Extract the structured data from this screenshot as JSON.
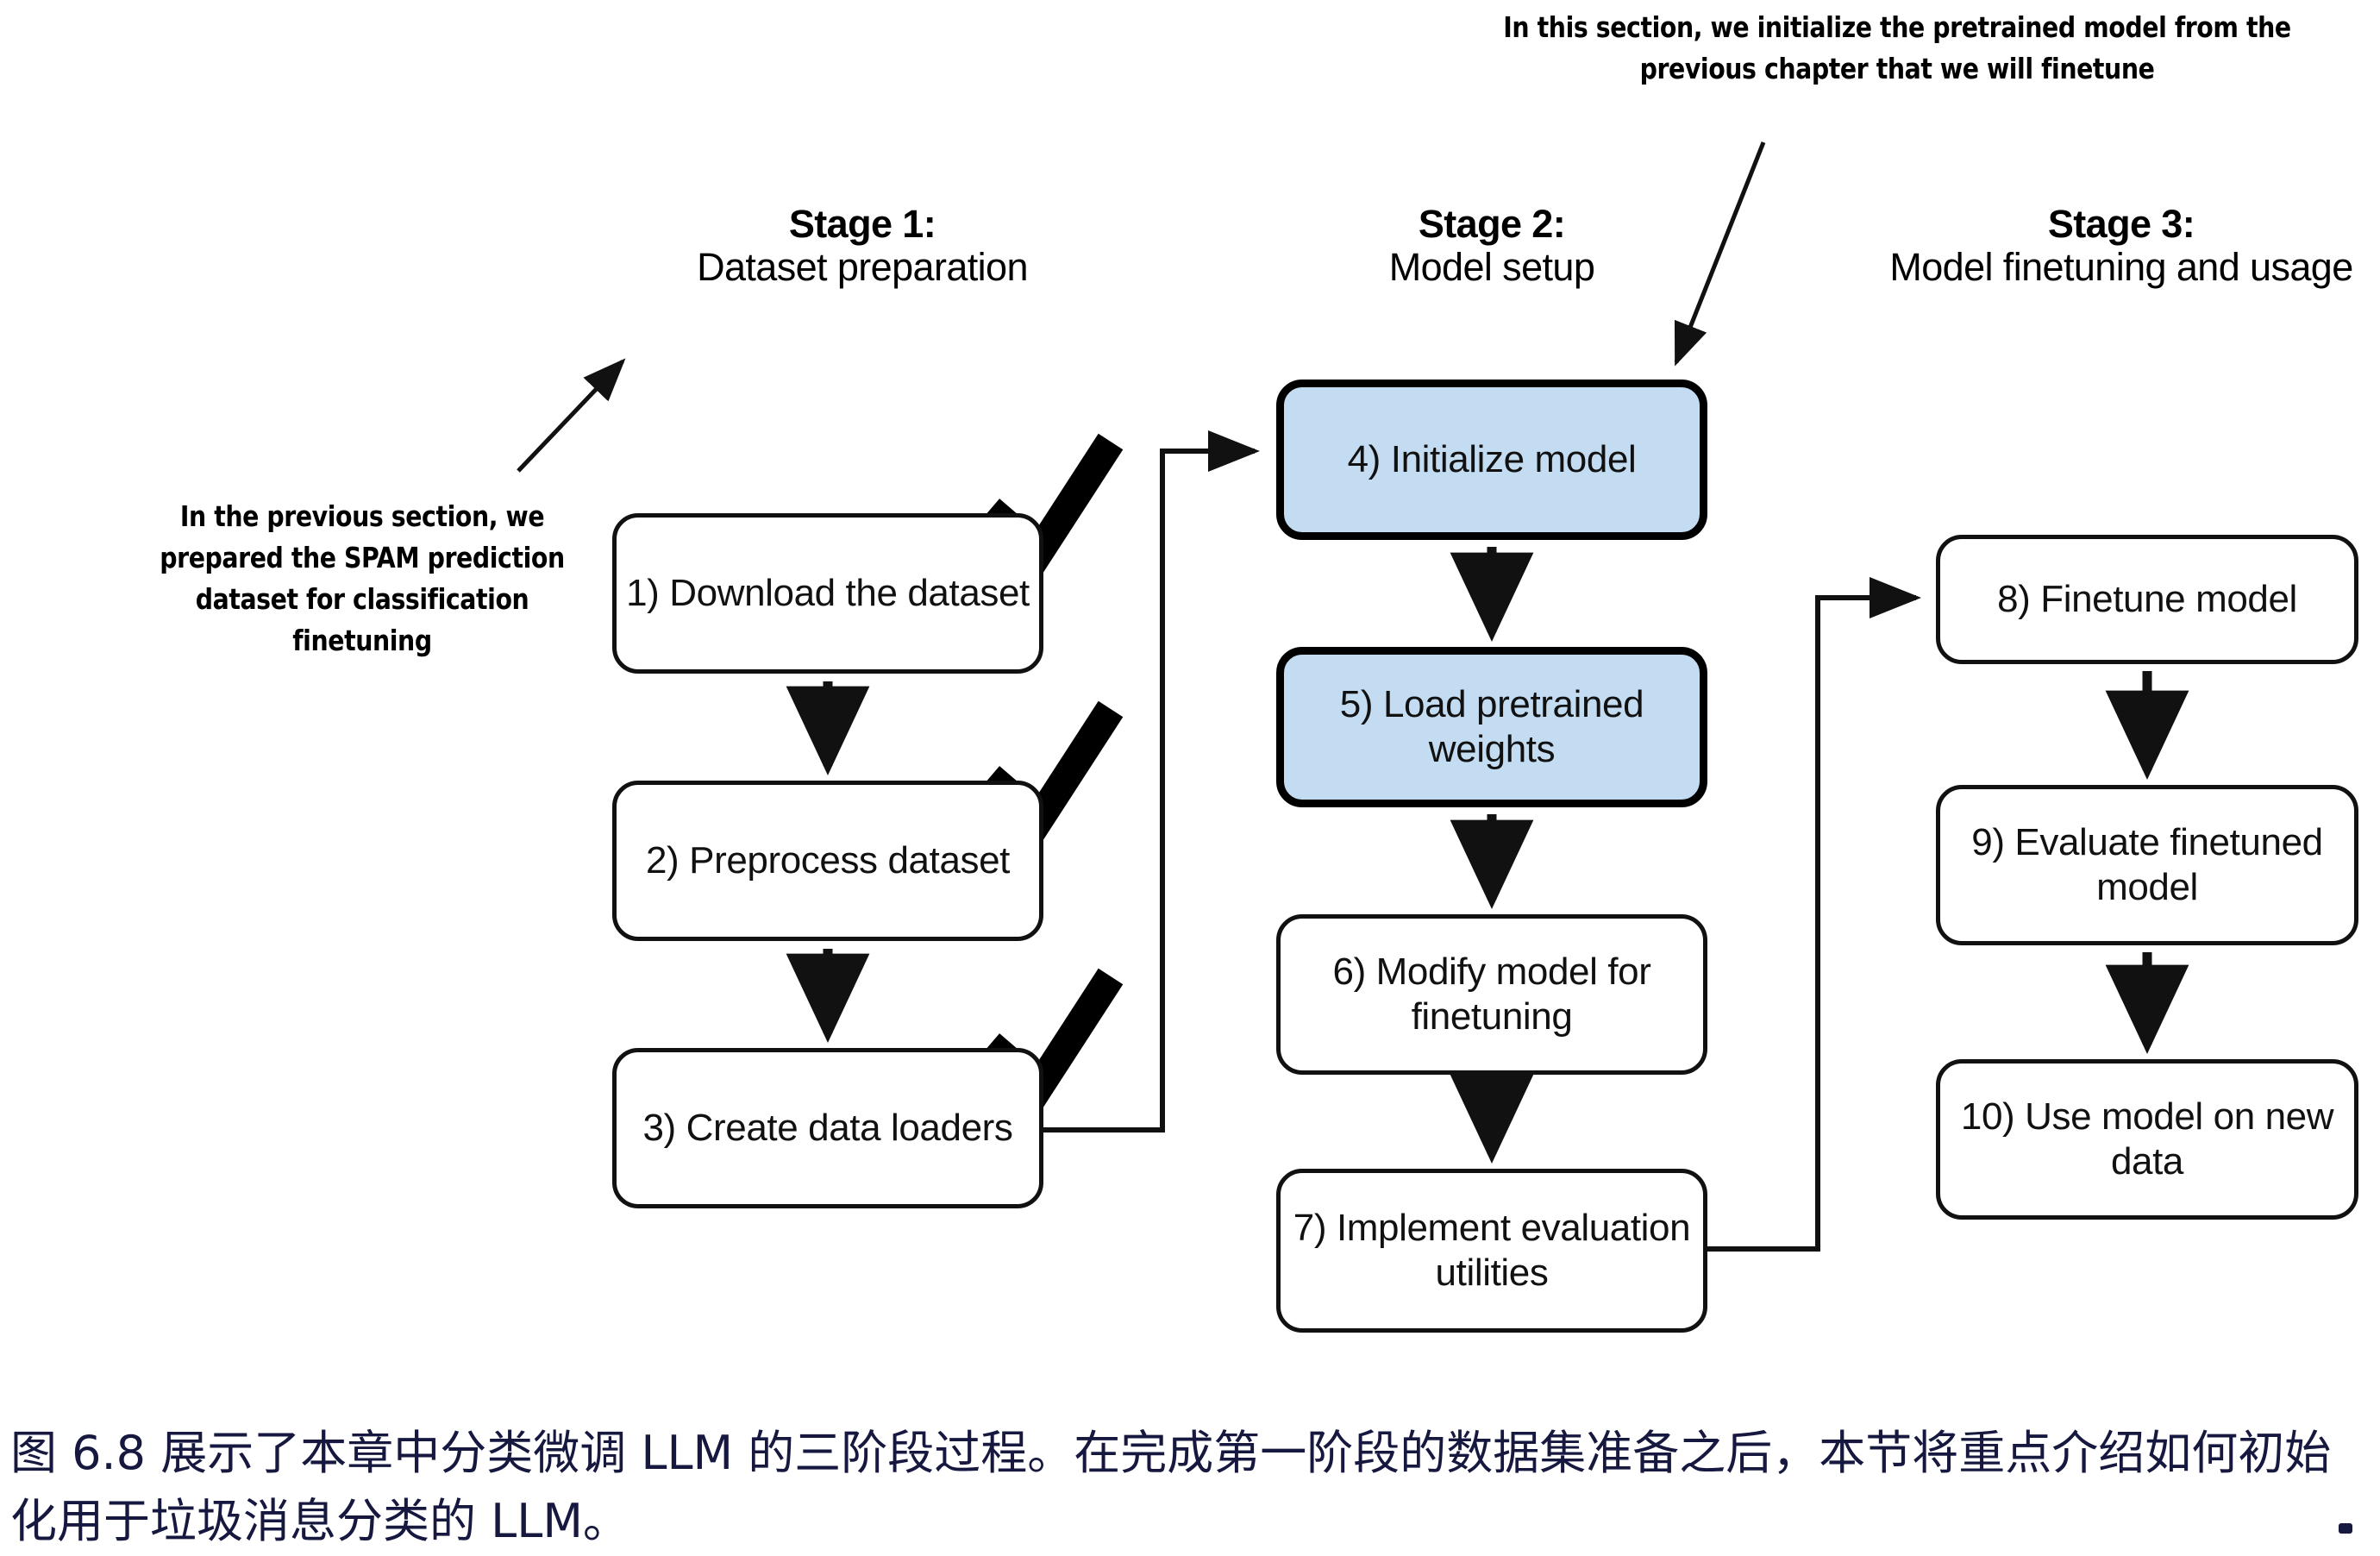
{
  "figure": {
    "annotations": [
      {
        "id": "previous-section",
        "text": "In the previous section, we prepared the SPAM prediction dataset for classification finetuning"
      },
      {
        "id": "initialize-model",
        "text": "In this section, we initialize the pretrained model from the previous chapter that we will finetune"
      }
    ],
    "stages": [
      {
        "title": "Stage 1:",
        "subtitle": "Dataset preparation"
      },
      {
        "title": "Stage 2:",
        "subtitle": "Model setup"
      },
      {
        "title": "Stage 3:",
        "subtitle": "Model finetuning and usage"
      }
    ],
    "nodes": [
      {
        "id": 1,
        "label": "1) Download the dataset",
        "stage": 1,
        "highlighted": false,
        "checked": true
      },
      {
        "id": 2,
        "label": "2) Preprocess dataset",
        "stage": 1,
        "highlighted": false,
        "checked": true
      },
      {
        "id": 3,
        "label": "3) Create data loaders",
        "stage": 1,
        "highlighted": false,
        "checked": true
      },
      {
        "id": 4,
        "label": "4) Initialize model",
        "stage": 2,
        "highlighted": true,
        "checked": false
      },
      {
        "id": 5,
        "label": "5) Load pretrained weights",
        "stage": 2,
        "highlighted": true,
        "checked": false
      },
      {
        "id": 6,
        "label": "6) Modify model for finetuning",
        "stage": 2,
        "highlighted": false,
        "checked": false
      },
      {
        "id": 7,
        "label": "7) Implement evaluation utilities",
        "stage": 2,
        "highlighted": false,
        "checked": false
      },
      {
        "id": 8,
        "label": "8) Finetune model",
        "stage": 3,
        "highlighted": false,
        "checked": false
      },
      {
        "id": 9,
        "label": "9) Evaluate finetuned model",
        "stage": 3,
        "highlighted": false,
        "checked": false
      },
      {
        "id": 10,
        "label": "10) Use model on new data",
        "stage": 3,
        "highlighted": false,
        "checked": false
      }
    ],
    "colors": {
      "highlight_fill": "#c3dcf2",
      "stroke": "#111111",
      "caption_text": "#16183f",
      "background": "#ffffff"
    },
    "caption": "图 6.8 展示了本章中分类微调 LLM 的三阶段过程。在完成第一阶段的数据集准备之后，本节将重点介绍如何初始化用于垃圾消息分类的 LLM。"
  }
}
